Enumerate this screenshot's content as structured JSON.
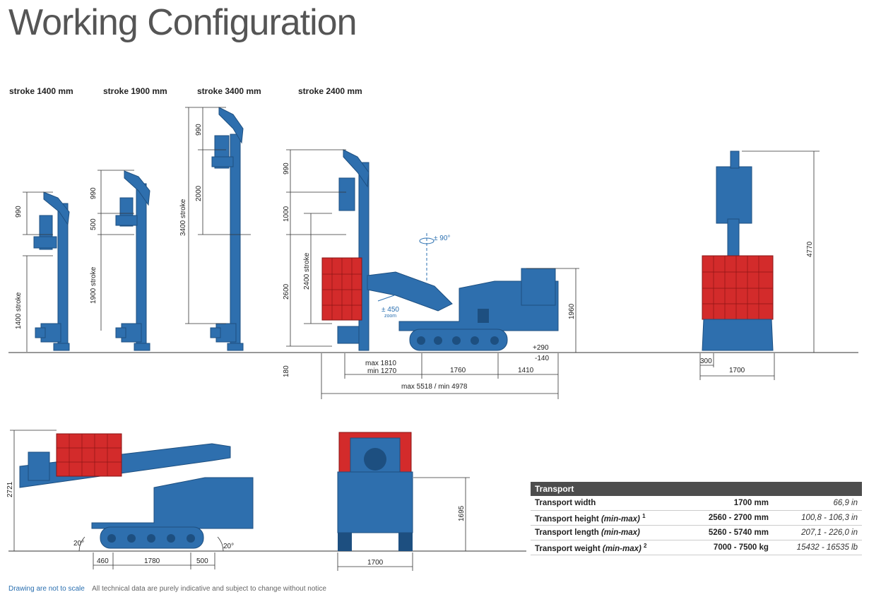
{
  "title": "Working Configuration",
  "strokes": [
    "stroke 1400 mm",
    "stroke 1900 mm",
    "stroke 3400 mm",
    "stroke 2400 mm"
  ],
  "dims": {
    "m1_top": "990",
    "m1_stroke": "1400 stroke",
    "m2_top": "990",
    "m2_mid": "500",
    "m2_stroke": "1900 stroke",
    "m3_top": "990",
    "m3_mid": "2000",
    "m3_stroke": "3400 stroke",
    "s4_top": "990",
    "s4_mid": "1000",
    "s4_h": "2600",
    "s4_stroke": "2400 stroke",
    "s4_below": "180",
    "rot": "± 90°",
    "zoom": "± 450",
    "zoom_word": "zoom",
    "max1810": "max 1810",
    "min1270": "min 1270",
    "d1760": "1760",
    "d1410": "1410",
    "overall": "max 5518 / min 4978",
    "p290": "+290",
    "m140": "-140",
    "h1960": "1960",
    "rear_h": "4770",
    "rear_300": "300",
    "rear_w": "1700",
    "t_h": "2721",
    "t_a1": "20°",
    "t_a2": "20°",
    "t_460": "460",
    "t_1780": "1780",
    "t_500": "500",
    "f_h": "1695",
    "f_w": "1700"
  },
  "transport": {
    "header": "Transport",
    "rows": [
      {
        "label": "Transport width",
        "note": "",
        "sup": "",
        "mm": "1700 mm",
        "inch": "66,9 in"
      },
      {
        "label": "Transport height",
        "note": "(min-max)",
        "sup": "1",
        "mm": "2560 - 2700 mm",
        "inch": "100,8 - 106,3 in"
      },
      {
        "label": "Transport length",
        "note": "(min-max)",
        "sup": "",
        "mm": "5260 - 5740 mm",
        "inch": "207,1 - 226,0 in"
      },
      {
        "label": "Transport weight",
        "note": "(min-max)",
        "sup": "2",
        "mm": "7000 - 7500 kg",
        "inch": "15432 - 16535 lb"
      }
    ]
  },
  "footer": {
    "note1": "Drawing are not to scale",
    "note2": "All technical data are purely indicative and subject to change without notice"
  },
  "colors": {
    "machine": "#2e6fae",
    "machine_dark": "#1d4f80",
    "guard": "#d32b2b",
    "line": "#333333"
  }
}
